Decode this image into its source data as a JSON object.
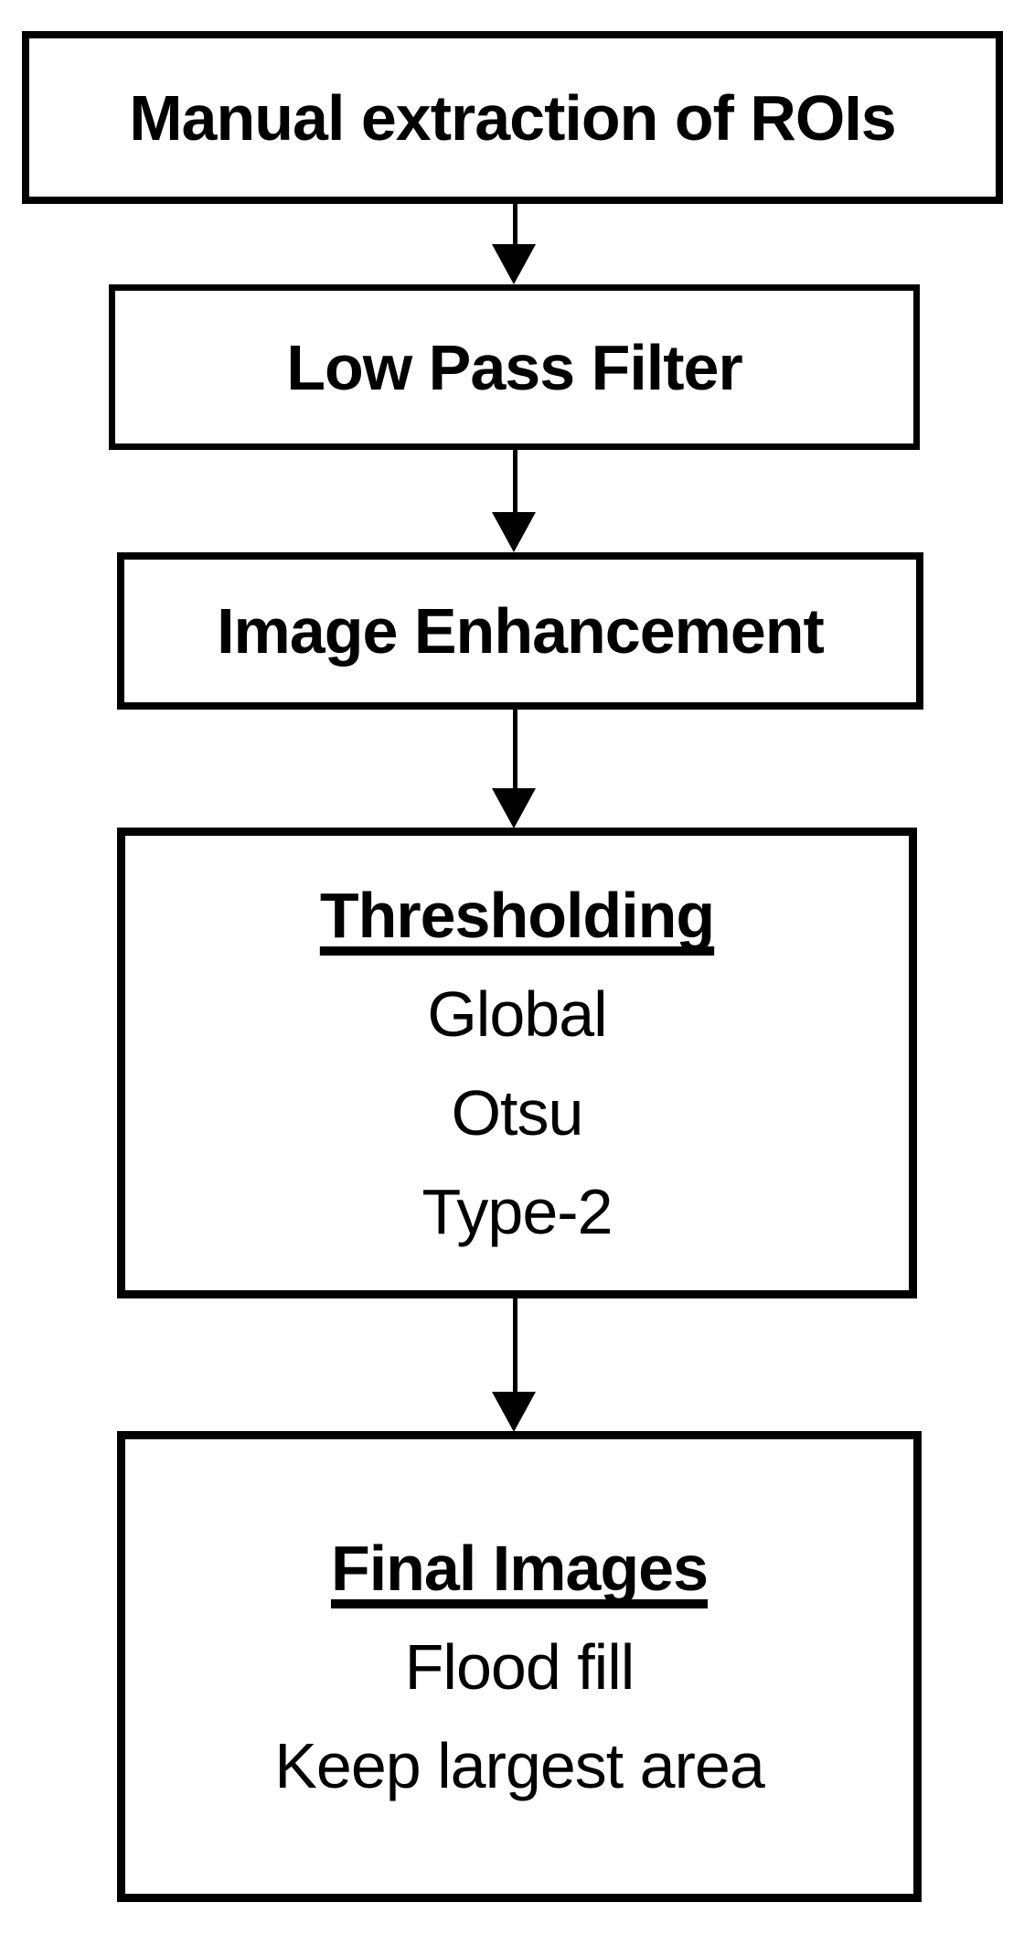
{
  "colors": {
    "stroke": "#000000",
    "background": "#ffffff"
  },
  "flowchart": {
    "type": "vertical-flow-diagram",
    "nodes": [
      {
        "id": "manual-extraction",
        "lines": [
          {
            "text": "Manual extraction of ROIs"
          }
        ]
      },
      {
        "id": "low-pass-filter",
        "lines": [
          {
            "text": "Low Pass Filter"
          }
        ]
      },
      {
        "id": "image-enhancement",
        "lines": [
          {
            "text": "Image Enhancement"
          }
        ]
      },
      {
        "id": "thresholding",
        "lines": [
          {
            "text": "Thresholding"
          },
          {
            "text": "Global"
          },
          {
            "text": "Otsu"
          },
          {
            "text": "Type-2"
          }
        ]
      },
      {
        "id": "final-images",
        "lines": [
          {
            "text": "Final Images"
          },
          {
            "text": "Flood fill"
          },
          {
            "text": "Keep largest area"
          }
        ]
      }
    ],
    "edges": [
      {
        "from": "manual-extraction",
        "to": "low-pass-filter"
      },
      {
        "from": "low-pass-filter",
        "to": "image-enhancement"
      },
      {
        "from": "image-enhancement",
        "to": "thresholding"
      },
      {
        "from": "thresholding",
        "to": "final-images"
      }
    ]
  }
}
